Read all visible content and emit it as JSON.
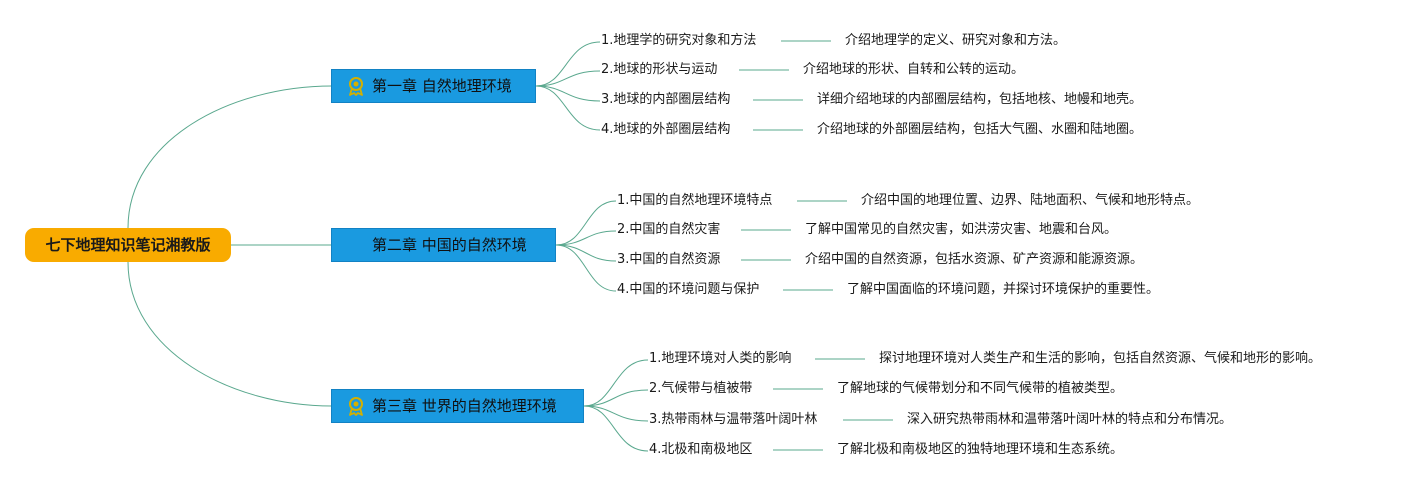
{
  "root": {
    "title": "七下地理知识笔记湘教版"
  },
  "chapters": [
    {
      "title": "第一章 自然地理环境",
      "icon": "award-medal-icon",
      "topics": [
        {
          "label": "1.地理学的研究对象和方法",
          "desc": "介绍地理学的定义、研究对象和方法。"
        },
        {
          "label": "2.地球的形状与运动",
          "desc": "介绍地球的形状、自转和公转的运动。"
        },
        {
          "label": "3.地球的内部圈层结构",
          "desc": "详细介绍地球的内部圈层结构，包括地核、地幔和地壳。"
        },
        {
          "label": "4.地球的外部圈层结构",
          "desc": "介绍地球的外部圈层结构，包括大气圈、水圈和陆地圈。"
        }
      ]
    },
    {
      "title": "第二章 中国的自然环境",
      "icon": "",
      "topics": [
        {
          "label": "1.中国的自然地理环境特点",
          "desc": "介绍中国的地理位置、边界、陆地面积、气候和地形特点。"
        },
        {
          "label": "2.中国的自然灾害",
          "desc": "了解中国常见的自然灾害，如洪涝灾害、地震和台风。"
        },
        {
          "label": "3.中国的自然资源",
          "desc": "介绍中国的自然资源，包括水资源、矿产资源和能源资源。"
        },
        {
          "label": "4.中国的环境问题与保护",
          "desc": "了解中国面临的环境问题，并探讨环境保护的重要性。"
        }
      ]
    },
    {
      "title": "第三章 世界的自然地理环境",
      "icon": "award-medal-icon",
      "topics": [
        {
          "label": "1.地理环境对人类的影响",
          "desc": "探讨地理环境对人类生产和生活的影响，包括自然资源、气候和地形的影响。"
        },
        {
          "label": "2.气候带与植被带",
          "desc": "了解地球的气候带划分和不同气候带的植被类型。"
        },
        {
          "label": "3.热带雨林与温带落叶阔叶林",
          "desc": "深入研究热带雨林和温带落叶阔叶林的特点和分布情况。"
        },
        {
          "label": "4.北极和南极地区",
          "desc": "了解北极和南极地区的独特地理环境和生态系统。"
        }
      ]
    }
  ],
  "colors": {
    "root": "#f9ab00",
    "chapter": "#1a9ae0",
    "line": "#5aa88e",
    "icon": "#d4b000"
  }
}
